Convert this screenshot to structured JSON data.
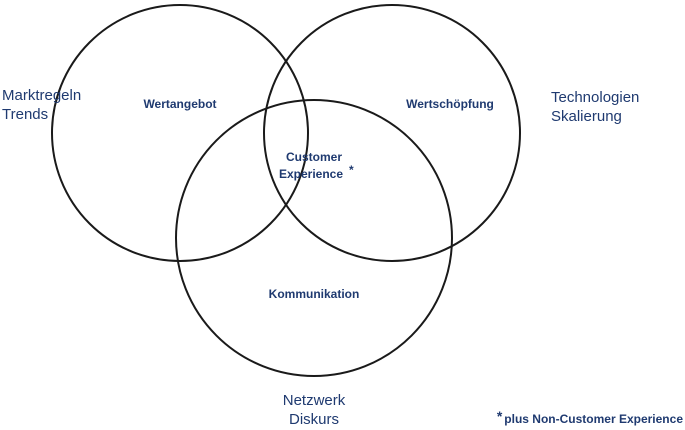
{
  "circles": [
    {
      "label": "Wertangebot"
    },
    {
      "label": "Wertschöpfung"
    },
    {
      "label": "Kommunikation"
    }
  ],
  "center": {
    "line1": "Customer",
    "line2": "Experience",
    "marker": "*"
  },
  "outer_labels": {
    "left": [
      "Marktregeln",
      "Trends"
    ],
    "right": [
      "Technologien",
      "Skalierung"
    ],
    "bottom": [
      "Netzwerk",
      "Diskurs"
    ]
  },
  "footnote": {
    "marker": "*",
    "text": "plus Non-Customer Experience"
  },
  "colors": {
    "text": "#1f3a70",
    "outline": "#1a1a1a"
  }
}
